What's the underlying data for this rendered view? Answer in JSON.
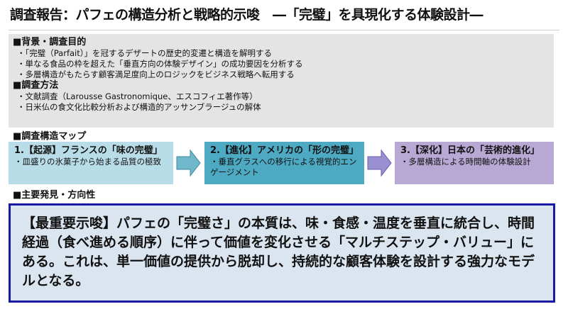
{
  "title": "調査報告：パフェの構造分析と戦略的示唆　―「完璧」を具現化する体験設計―",
  "background": {
    "heading": "■背景・調査目的",
    "items": [
      "・「完璧（Parfait）」を冠するデザートの歴史的変遷と構造を解明する",
      "・単なる食品の枠を超えた「垂直方向の体験デザイン」の成功要因を分析する",
      "・多層構造がもたらす顧客満足度向上のロジックをビジネス戦略へ転用する"
    ]
  },
  "method": {
    "heading": "■調査方法",
    "items": [
      "・文献調査（Larousse Gastronomique、エスコフィエ著作等）",
      "・日米仏の食文化比較分析および構造的アッサンブラージュの解体"
    ]
  },
  "map": {
    "heading": "■調査構造マップ",
    "steps": [
      {
        "title": "1.【起源】フランスの「味の完璧」",
        "desc": "・皿盛りの氷菓子から始まる品質の極致",
        "color": "#b9dde8"
      },
      {
        "title": "2.【進化】アメリカの「形の完璧」",
        "desc": "・垂直グラスへの移行による視覚的エンゲージメント",
        "color": "#4ea9c2"
      },
      {
        "title": "3.【深化】日本の「芸術的進化」",
        "desc": "・多層構造による時間軸の体験設計",
        "color": "#b7a8d4"
      }
    ]
  },
  "findings": {
    "heading": "■主要発見・方向性",
    "text": "【最重要示唆】パフェの「完璧さ」の本質は、味・食感・温度を垂直に統合し、時間経過（食べ進める順序）に伴って価値を変化させる「マルチステップ・バリュー」にある。これは、単一価値の提供から脱却し、持続的な顧客体験を設計する強力なモデルとなる。"
  }
}
